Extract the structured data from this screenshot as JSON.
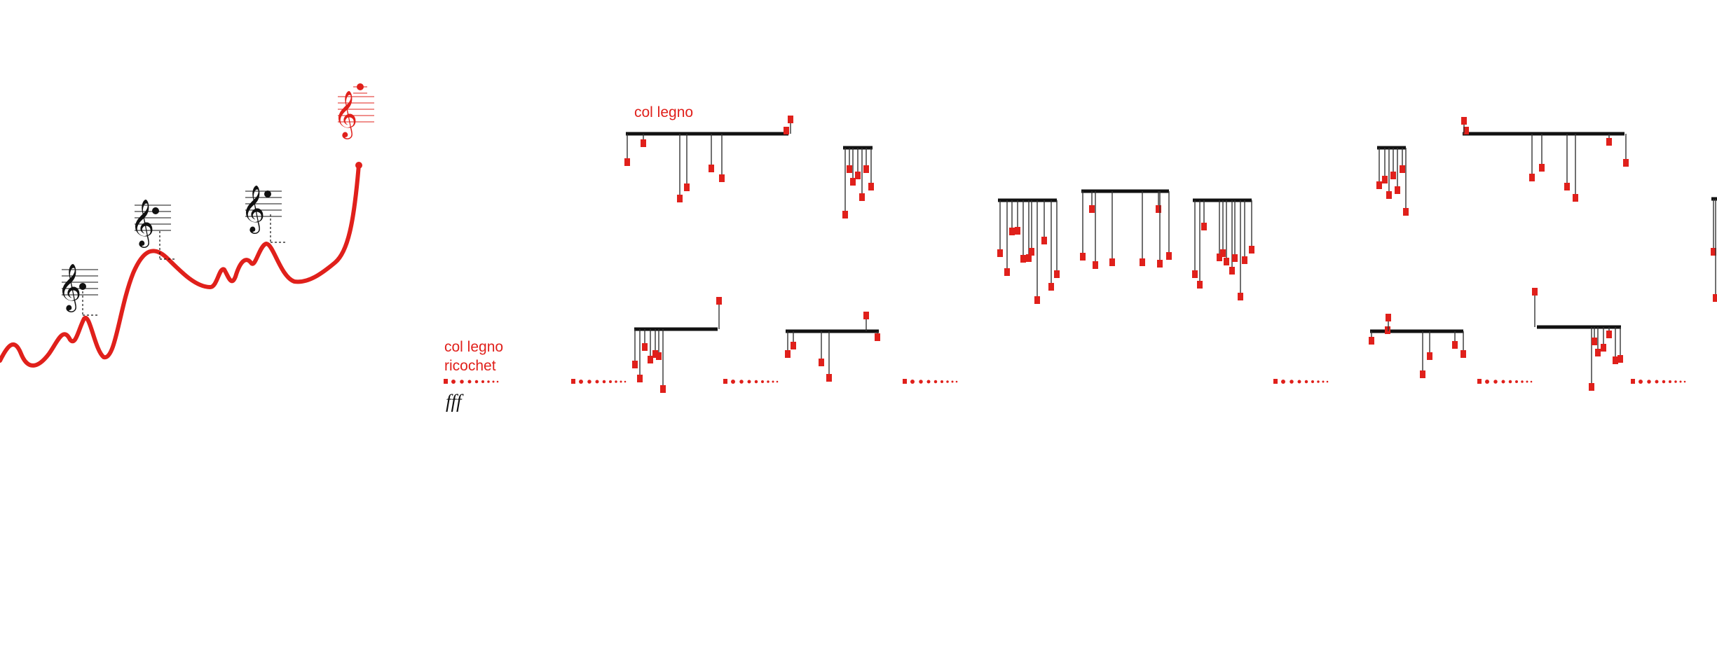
{
  "colors": {
    "accent": "#e0201b",
    "ink": "#111111",
    "stem": "#333333",
    "background": "#ffffff"
  },
  "annotations": {
    "col_legno_top": "col legno",
    "col_legno_bottom": "col legno",
    "ricochet": "ricochet",
    "dynamic": "fff"
  },
  "icons": {
    "treble_clef": "treble-clef-icon"
  }
}
